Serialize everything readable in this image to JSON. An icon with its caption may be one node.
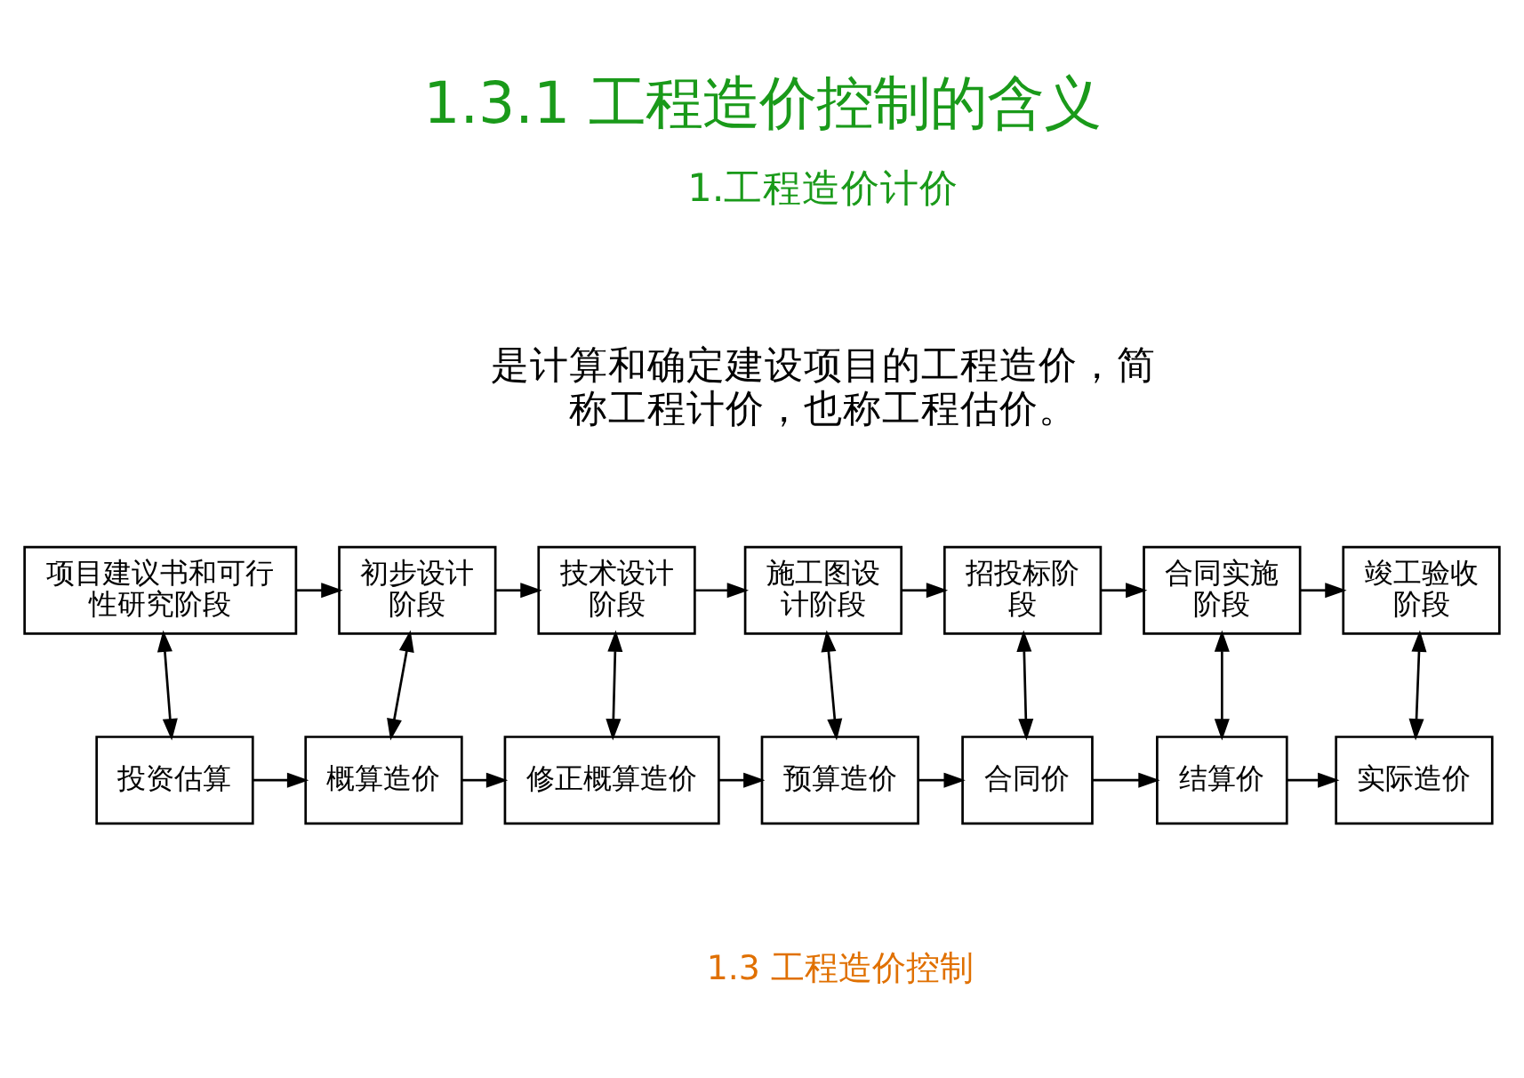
{
  "diagram": {
    "title": "1.3.1 工程造价控制的含义",
    "nodes": [
      {
        "text": [
          "项目建议书和可行性研究阶段"
        ]
      },
      {
        "text": [
          "初步设计阶段"
        ]
      },
      {
        "text": [
          "技术设计阶段"
        ]
      },
      {
        "text": [
          "施工图设计阶段"
        ]
      },
      {
        "text": [
          "招投标阶段"
        ]
      },
      {
        "text": [
          "合同实施阶段"
        ]
      },
      {
        "text": [
          "竣工验收阶段"
        ]
      },
      {
        "text": [
          "投资估算"
        ]
      },
      {
        "text": [
          "概算造价"
        ]
      },
      {
        "text": [
          "修正概算造价"
        ]
      },
      {
        "text": [
          "预算造价"
        ]
      },
      {
        "text": [
          "合同价"
        ]
      },
      {
        "text": [
          "结算价"
        ]
      },
      {
        "text": [
          "实际造价"
        ]
      }
    ],
    "edges": [
      {
        "from": 0,
        "to": 1,
        "arrow": "to"
      },
      {
        "from": 1,
        "to": 2,
        "arrow": "to"
      },
      {
        "from": 2,
        "to": 3,
        "arrow": "to"
      },
      {
        "from": 3,
        "to": 4,
        "arrow": "to"
      },
      {
        "from": 4,
        "to": 5,
        "arrow": "to"
      },
      {
        "from": 5,
        "to": 6,
        "arrow": "to"
      },
      {
        "from": 7,
        "to": 8,
        "arrow": "to"
      },
      {
        "from": 8,
        "to": 9,
        "arrow": "to"
      },
      {
        "from": 9,
        "to": 10,
        "arrow": "to"
      },
      {
        "from": 10,
        "to": 11,
        "arrow": "to"
      },
      {
        "from": 11,
        "to": 12,
        "arrow": "to"
      },
      {
        "from": 12,
        "to": 13,
        "arrow": "to"
      },
      {
        "from": 0,
        "to": 7,
        "arrow": "both"
      },
      {
        "from": 1,
        "to": 8,
        "arrow": "both"
      },
      {
        "from": 2,
        "to": 9,
        "arrow": "both"
      },
      {
        "from": 3,
        "to": 10,
        "arrow": "both"
      },
      {
        "from": 4,
        "to": 11,
        "arrow": "both"
      },
      {
        "from": 5,
        "to": 12,
        "arrow": "both"
      },
      {
        "from": 6,
        "to": 13,
        "arrow": "both"
      }
    ],
    "labels": [
      "1.工程造价计价",
      "是计算和确定建设项目的工程造价，简称工程计价，也称工程估价。",
      "1.3 工程造价控制"
    ]
  }
}
